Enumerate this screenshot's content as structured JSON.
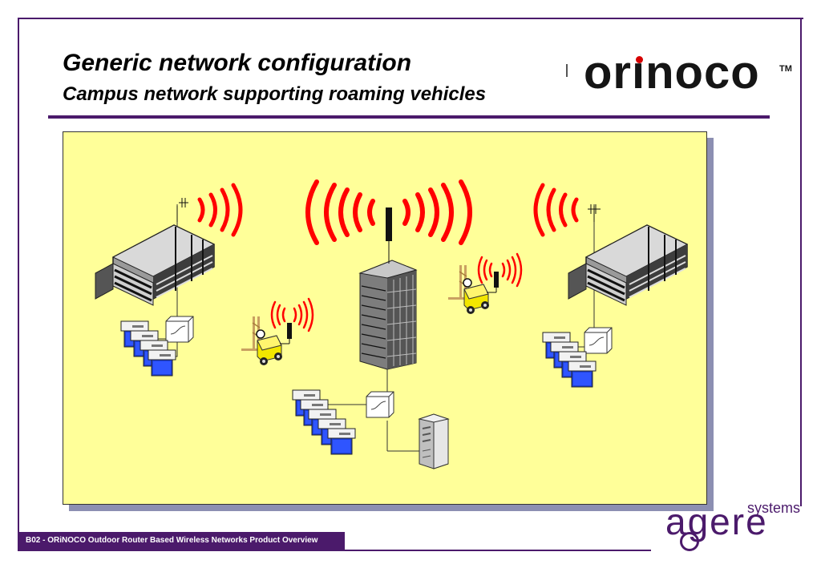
{
  "slide": {
    "title": "Generic network configuration",
    "subtitle": "Campus network supporting roaming vehicles",
    "footer": "B02 - ORiNOCO Outdoor Router Based Wireless Networks Product Overview"
  },
  "logos": {
    "orinoco": {
      "pre": "or",
      "i": "ı",
      "post": "noco",
      "tm": "TM",
      "dot_color": "#d60000"
    },
    "agere": {
      "word": "agere",
      "tagline": "systems",
      "color": "#4b1a6b"
    }
  },
  "colors": {
    "accent": "#4b1a6b",
    "panel_background": "#ffff99",
    "panel_shadow": "#8c8fb2",
    "signal": "#ff0000",
    "screen": "#1e40d8",
    "vehicle": "#f2e600"
  },
  "diagram": {
    "nodes": [
      {
        "id": "building-left",
        "type": "campus-building",
        "icon": "building-icon",
        "has_antenna": true
      },
      {
        "id": "tower-center",
        "type": "office-tower",
        "icon": "tower-icon",
        "has_antenna": true
      },
      {
        "id": "building-right",
        "type": "campus-building",
        "icon": "building-icon",
        "has_antenna": true
      },
      {
        "id": "forklift-left",
        "type": "roaming-vehicle",
        "icon": "forklift-icon",
        "has_antenna": true
      },
      {
        "id": "forklift-right",
        "type": "roaming-vehicle",
        "icon": "forklift-icon",
        "has_antenna": true
      },
      {
        "id": "router-left",
        "type": "router",
        "icon": "router-icon"
      },
      {
        "id": "router-center",
        "type": "router",
        "icon": "router-icon"
      },
      {
        "id": "router-right",
        "type": "router",
        "icon": "router-icon"
      },
      {
        "id": "workstations-left",
        "type": "workstation-group",
        "icon": "computer-icon",
        "count": 4
      },
      {
        "id": "workstations-center",
        "type": "workstation-group",
        "icon": "computer-icon",
        "count": 5
      },
      {
        "id": "workstations-right",
        "type": "workstation-group",
        "icon": "computer-icon",
        "count": 4
      },
      {
        "id": "server-center",
        "type": "server",
        "icon": "server-icon"
      }
    ],
    "edges": [
      {
        "from": "building-left",
        "to": "router-left"
      },
      {
        "from": "tower-center",
        "to": "router-center"
      },
      {
        "from": "router-center",
        "to": "server-center"
      },
      {
        "from": "building-right",
        "to": "router-right"
      }
    ]
  }
}
